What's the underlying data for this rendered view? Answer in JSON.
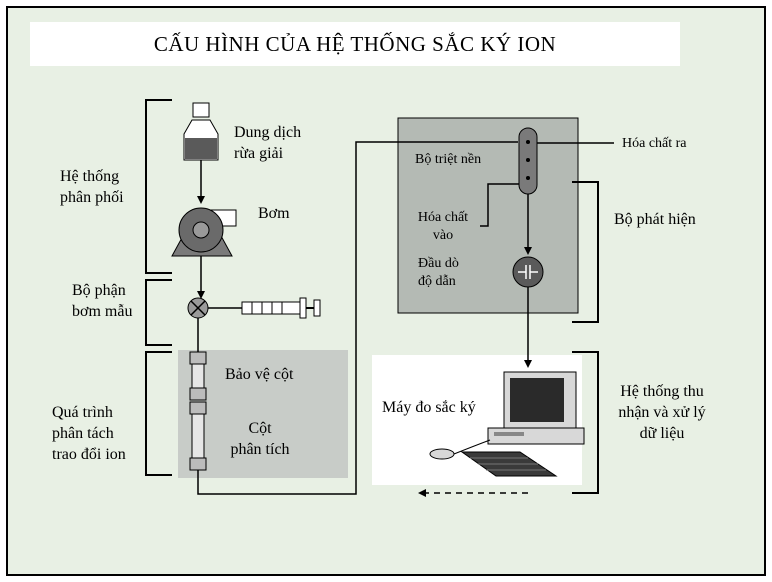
{
  "title": "CẤU HÌNH CỦA HỆ THỐNG SẮC KÝ ION",
  "left_groups": {
    "distribution": [
      "Hệ thống",
      "phân phối"
    ],
    "injector": [
      "Bộ phận",
      "bơm mẫu"
    ],
    "separation": [
      "Quá trình",
      "phân tách",
      "trao đổi ion"
    ]
  },
  "components": {
    "eluent": [
      "Dung dịch",
      "rừa giải"
    ],
    "pump": "Bơm",
    "guard_column": "Bảo vệ cột",
    "analytical_column": [
      "Cột",
      "phân tích"
    ],
    "suppressor": "Bộ triệt nền",
    "chem_in": [
      "Hóa chất",
      "vào"
    ],
    "chem_out": "Hóa chất ra",
    "detector_cell": [
      "Đầu dò",
      "độ dẫn"
    ],
    "chromatograph": "Máy đo sắc ký"
  },
  "right_groups": {
    "detection": "Bộ phát hiện",
    "data": [
      "Hệ thống thu",
      "nhận và xử lý",
      "dữ liệu"
    ]
  }
}
